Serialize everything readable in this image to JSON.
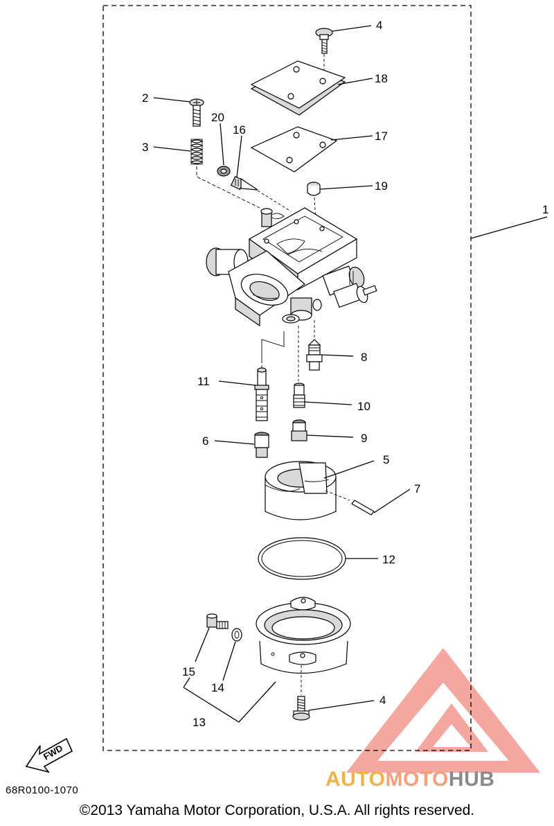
{
  "diagram": {
    "part_code": "68R0100-1070",
    "copyright": "©2013 Yamaha Motor Corporation, U.S.A. All rights reserved.",
    "fwd_label": "FWD",
    "watermark": {
      "auto": "AUTO",
      "moto": "MOTO",
      "hub": "HUB"
    },
    "callouts": {
      "c1": "1",
      "c2": "2",
      "c3": "3",
      "c4a": "4",
      "c4b": "4",
      "c5": "5",
      "c6": "6",
      "c7": "7",
      "c8": "8",
      "c9": "9",
      "c10": "10",
      "c11": "11",
      "c12": "12",
      "c13": "13",
      "c14": "14",
      "c15": "15",
      "c16": "16",
      "c17": "17",
      "c18": "18",
      "c19": "19",
      "c20": "20"
    },
    "colors": {
      "watermark_red": "#f08a80",
      "auto": "#f2b248",
      "moto": "#f4a07a",
      "hub": "#8a8a8a"
    }
  }
}
